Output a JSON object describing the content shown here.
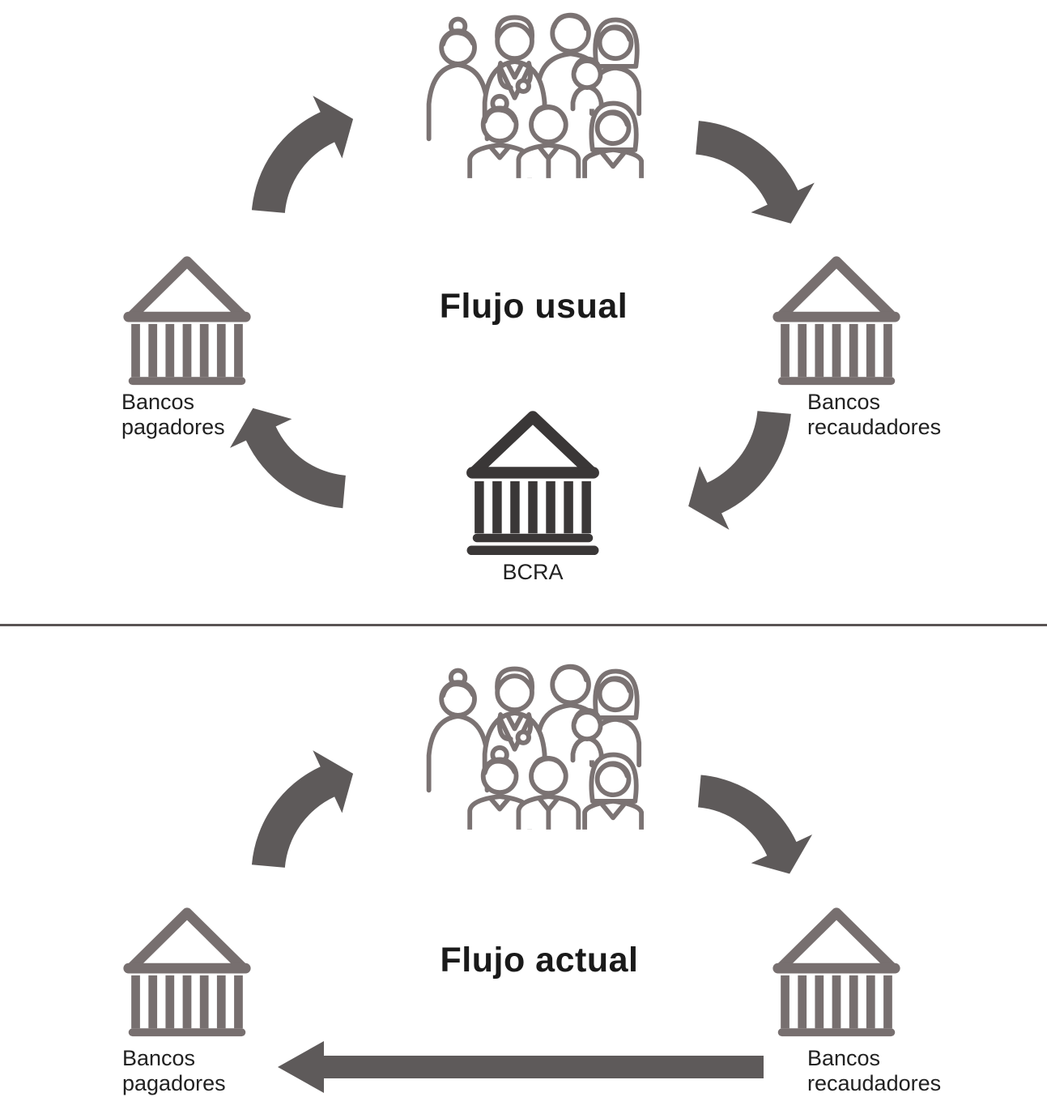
{
  "colors": {
    "background": "#ffffff",
    "arrow": "#5e5a5a",
    "bank": "#776f6f",
    "bcra": "#3a3737",
    "people": "#7b7373",
    "text": "#212121",
    "title": "#1a1a1a",
    "divider": "#595353"
  },
  "icons": {
    "people": "people-group-icon",
    "bank": "bank-building-icon",
    "bcra": "central-bank-icon",
    "curved_arrow": "curved-arrow-icon",
    "straight_arrow": "left-arrow-icon"
  },
  "flow_usual": {
    "title": "Flujo usual",
    "bancos_pagadores": {
      "line1": "Bancos",
      "line2": "pagadores"
    },
    "bancos_recaudadores": {
      "line1": "Bancos",
      "line2": "recaudadores"
    },
    "bcra": {
      "label": "BCRA"
    }
  },
  "flow_actual": {
    "title": "Flujo actual",
    "bancos_pagadores": {
      "line1": "Bancos",
      "line2": "pagadores"
    },
    "bancos_recaudadores": {
      "line1": "Bancos",
      "line2": "recaudadores"
    }
  }
}
